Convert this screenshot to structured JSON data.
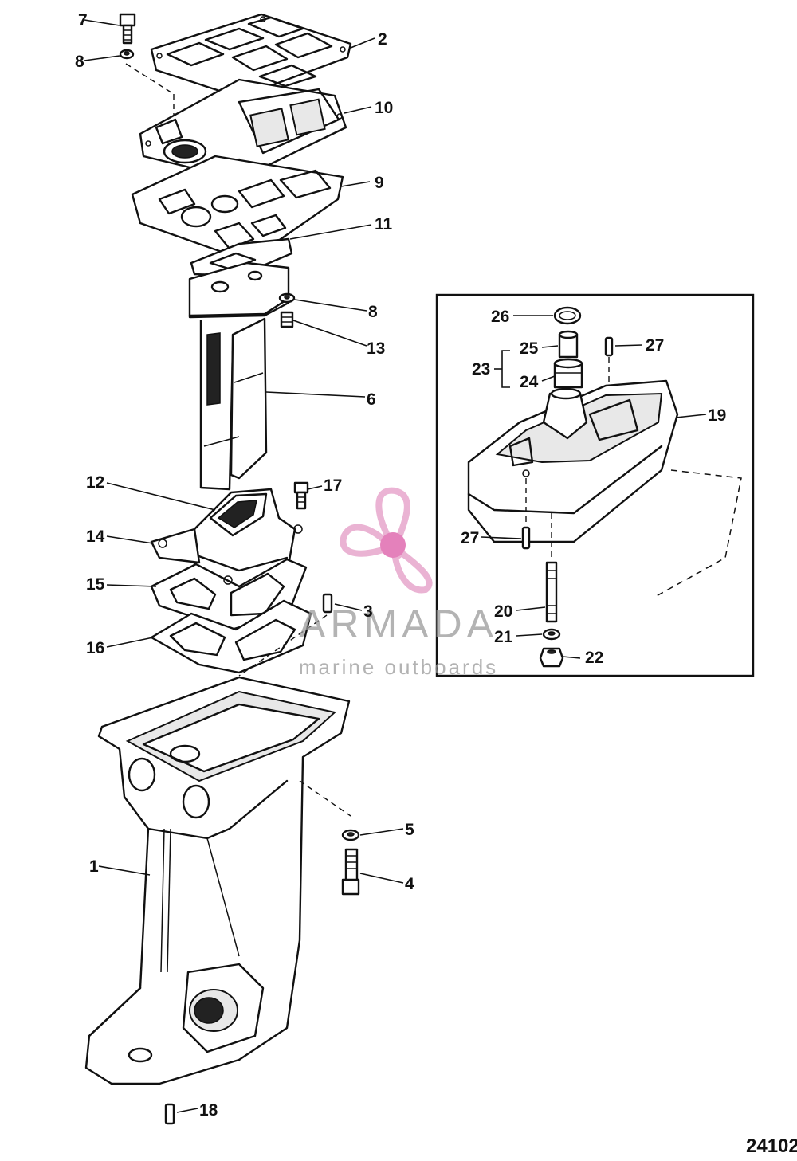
{
  "figure_number": "24102",
  "watermark": {
    "brand": "ARMADA",
    "tagline": "marine outboards",
    "logo_color": "#e7a6cc",
    "logo_hub_color": "#e06cb0",
    "text_color": "#9a9a9a"
  },
  "inset_box": {
    "present": true
  },
  "callouts": [
    {
      "id": "c7",
      "text": "7"
    },
    {
      "id": "c8a",
      "text": "8"
    },
    {
      "id": "c2",
      "text": "2"
    },
    {
      "id": "c10",
      "text": "10"
    },
    {
      "id": "c9",
      "text": "9"
    },
    {
      "id": "c11",
      "text": "11"
    },
    {
      "id": "c8b",
      "text": "8"
    },
    {
      "id": "c13",
      "text": "13"
    },
    {
      "id": "c6",
      "text": "6"
    },
    {
      "id": "c12",
      "text": "12"
    },
    {
      "id": "c17",
      "text": "17"
    },
    {
      "id": "c14",
      "text": "14"
    },
    {
      "id": "c15",
      "text": "15"
    },
    {
      "id": "c3",
      "text": "3"
    },
    {
      "id": "c16",
      "text": "16"
    },
    {
      "id": "c5",
      "text": "5"
    },
    {
      "id": "c1",
      "text": "1"
    },
    {
      "id": "c4",
      "text": "4"
    },
    {
      "id": "c18",
      "text": "18"
    },
    {
      "id": "c26",
      "text": "26"
    },
    {
      "id": "c25",
      "text": "25"
    },
    {
      "id": "c27a",
      "text": "27"
    },
    {
      "id": "c23",
      "text": "23"
    },
    {
      "id": "c24",
      "text": "24"
    },
    {
      "id": "c19",
      "text": "19"
    },
    {
      "id": "c27b",
      "text": "27"
    },
    {
      "id": "c20",
      "text": "20"
    },
    {
      "id": "c21",
      "text": "21"
    },
    {
      "id": "c22",
      "text": "22"
    }
  ]
}
